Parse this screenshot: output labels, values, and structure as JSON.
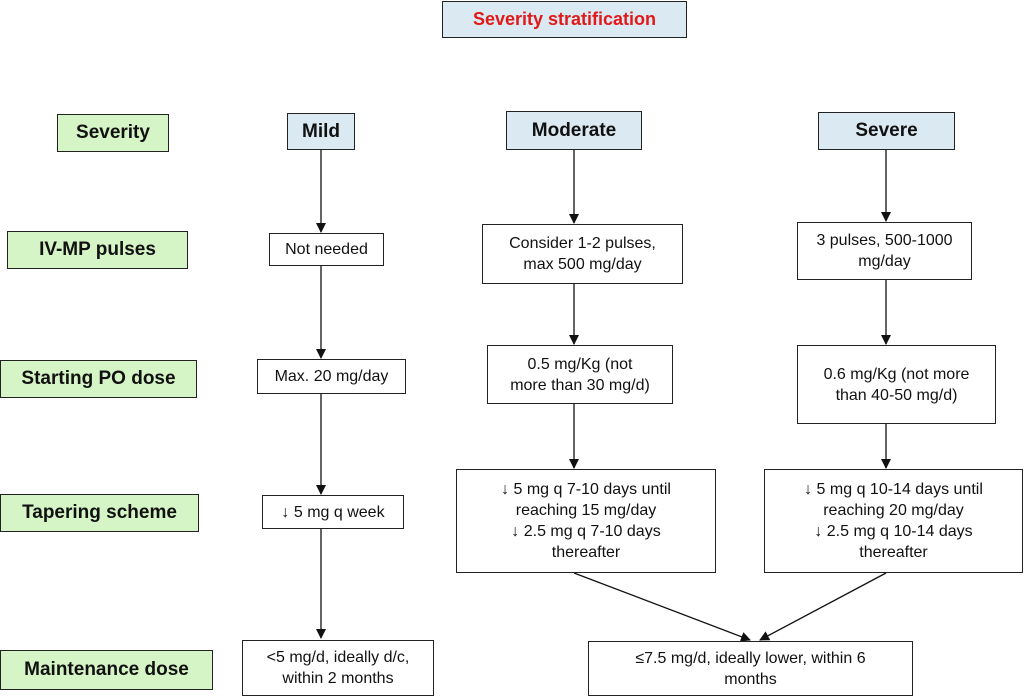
{
  "title": "Severity stratification",
  "row_labels": {
    "severity": "Severity",
    "iv_mp": "IV-MP pulses",
    "starting_po": "Starting PO dose",
    "tapering": "Tapering scheme",
    "maintenance": "Maintenance dose"
  },
  "headers": {
    "mild": "Mild",
    "moderate": "Moderate",
    "severe": "Severe"
  },
  "mild": {
    "iv_mp": [
      "Not needed"
    ],
    "starting_po": [
      "Max. 20 mg/day"
    ],
    "tapering": [
      "↓ 5 mg q week"
    ],
    "maintenance": [
      "<5 mg/d, ideally d/c,",
      "within 2 months"
    ]
  },
  "moderate": {
    "iv_mp": [
      "Consider 1-2 pulses,",
      "max 500 mg/day"
    ],
    "starting_po": [
      "0.5 mg/Kg (not",
      "more than 30 mg/d)"
    ],
    "tapering": [
      "↓ 5 mg q 7-10 days until",
      "reaching 15 mg/day",
      "↓ 2.5 mg q 7-10 days",
      "thereafter"
    ]
  },
  "severe": {
    "iv_mp": [
      "3 pulses, 500-1000",
      "mg/day"
    ],
    "starting_po": [
      "0.6 mg/Kg (not more",
      "than 40-50 mg/d)"
    ],
    "tapering": [
      "↓ 5 mg q 10-14 days until",
      "reaching 20 mg/day",
      "↓ 2.5 mg q 10-14 days",
      "thereafter"
    ]
  },
  "shared_maintenance": [
    "≤7.5 mg/d, ideally lower, within 6",
    "months"
  ]
}
